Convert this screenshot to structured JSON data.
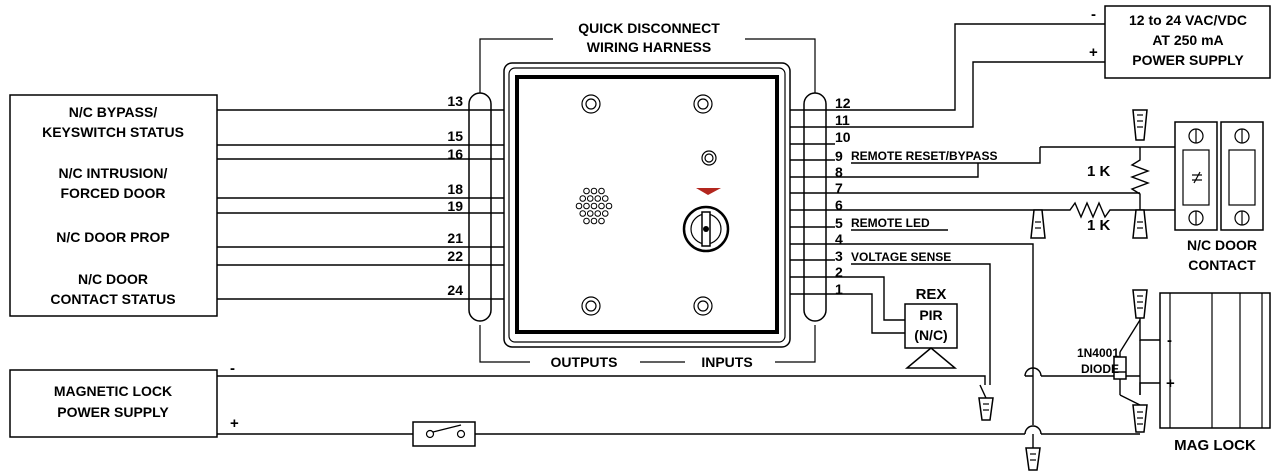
{
  "harness": {
    "title_line1": "QUICK DISCONNECT",
    "title_line2": "WIRING HARNESS",
    "outputs_label": "OUTPUTS",
    "inputs_label": "INPUTS"
  },
  "left_boxes": [
    {
      "line1": "N/C BYPASS/",
      "line2": "KEYSWITCH STATUS"
    },
    {
      "line1": "N/C INTRUSION/",
      "line2": "FORCED DOOR"
    },
    {
      "line1": "N/C DOOR PROP",
      "line2": ""
    },
    {
      "line1": "N/C DOOR",
      "line2": "CONTACT STATUS"
    }
  ],
  "left_pins": [
    "13",
    "15",
    "16",
    "18",
    "19",
    "21",
    "22",
    "24"
  ],
  "right_pins": [
    "12",
    "11",
    "10",
    "9",
    "8",
    "7",
    "6",
    "5",
    "4",
    "3",
    "2",
    "1"
  ],
  "right_pin_labels": {
    "pin9": "REMOTE RESET/BYPASS",
    "pin5": "REMOTE LED",
    "pin3": "VOLTAGE SENSE"
  },
  "power_supply": {
    "line1": "12 to 24 VAC/VDC",
    "line2": "AT 250 mA",
    "line3": "POWER SUPPLY",
    "minus": "-",
    "plus": "+"
  },
  "resistors": {
    "r1": "1 K",
    "r2": "1 K"
  },
  "door_contact": {
    "line1": "N/C DOOR",
    "line2": "CONTACT"
  },
  "rex": {
    "title": "REX",
    "line1": "PIR",
    "line2": "(N/C)"
  },
  "mag_supply": {
    "line1": "MAGNETIC LOCK",
    "line2": "POWER SUPPLY",
    "minus": "-",
    "plus": "+"
  },
  "diode": {
    "line1": "1N4001",
    "line2": "DIODE"
  },
  "mag_lock": {
    "label": "MAG LOCK",
    "minus": "-",
    "plus": "+"
  }
}
